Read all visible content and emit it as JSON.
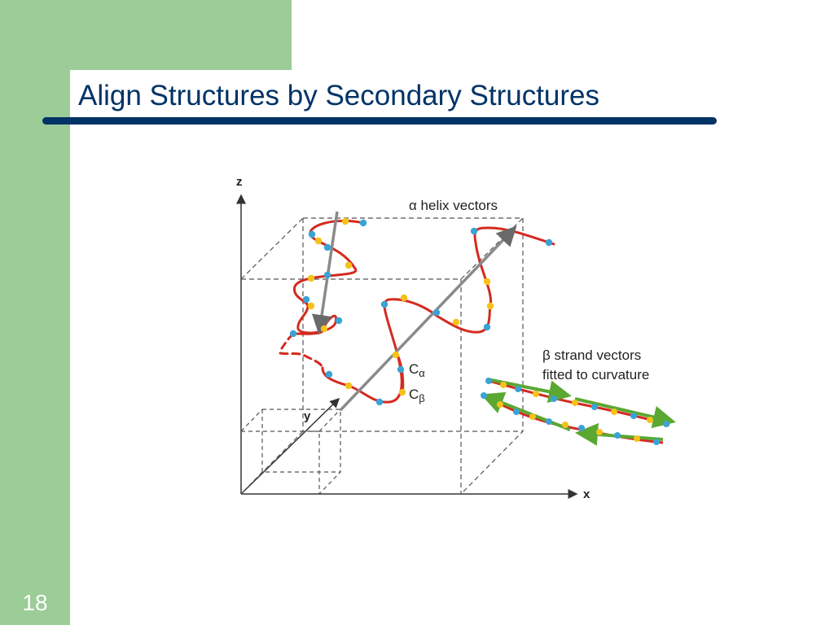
{
  "slide": {
    "title": "Align Structures by Secondary Structures",
    "page_number": "18"
  },
  "colors": {
    "sidebar": "#9ccc98",
    "title_text": "#003366",
    "title_rule": "#003366",
    "backbone": "#d42a1f",
    "c_alpha": "#3aa3d6",
    "c_beta": "#f6c21a",
    "helix_vector": "#8a8a8a",
    "strand_vector": "#5aa832"
  },
  "diagram": {
    "axis_labels": {
      "z": "z",
      "y": "y",
      "x": "x"
    },
    "helix_label": "α helix vectors",
    "strand_label_line1": "β strand vectors",
    "strand_label_line2": "fitted to curvature",
    "c_alpha_label": "C",
    "c_alpha_sub": "α",
    "c_beta_label": "C",
    "c_beta_sub": "β"
  }
}
